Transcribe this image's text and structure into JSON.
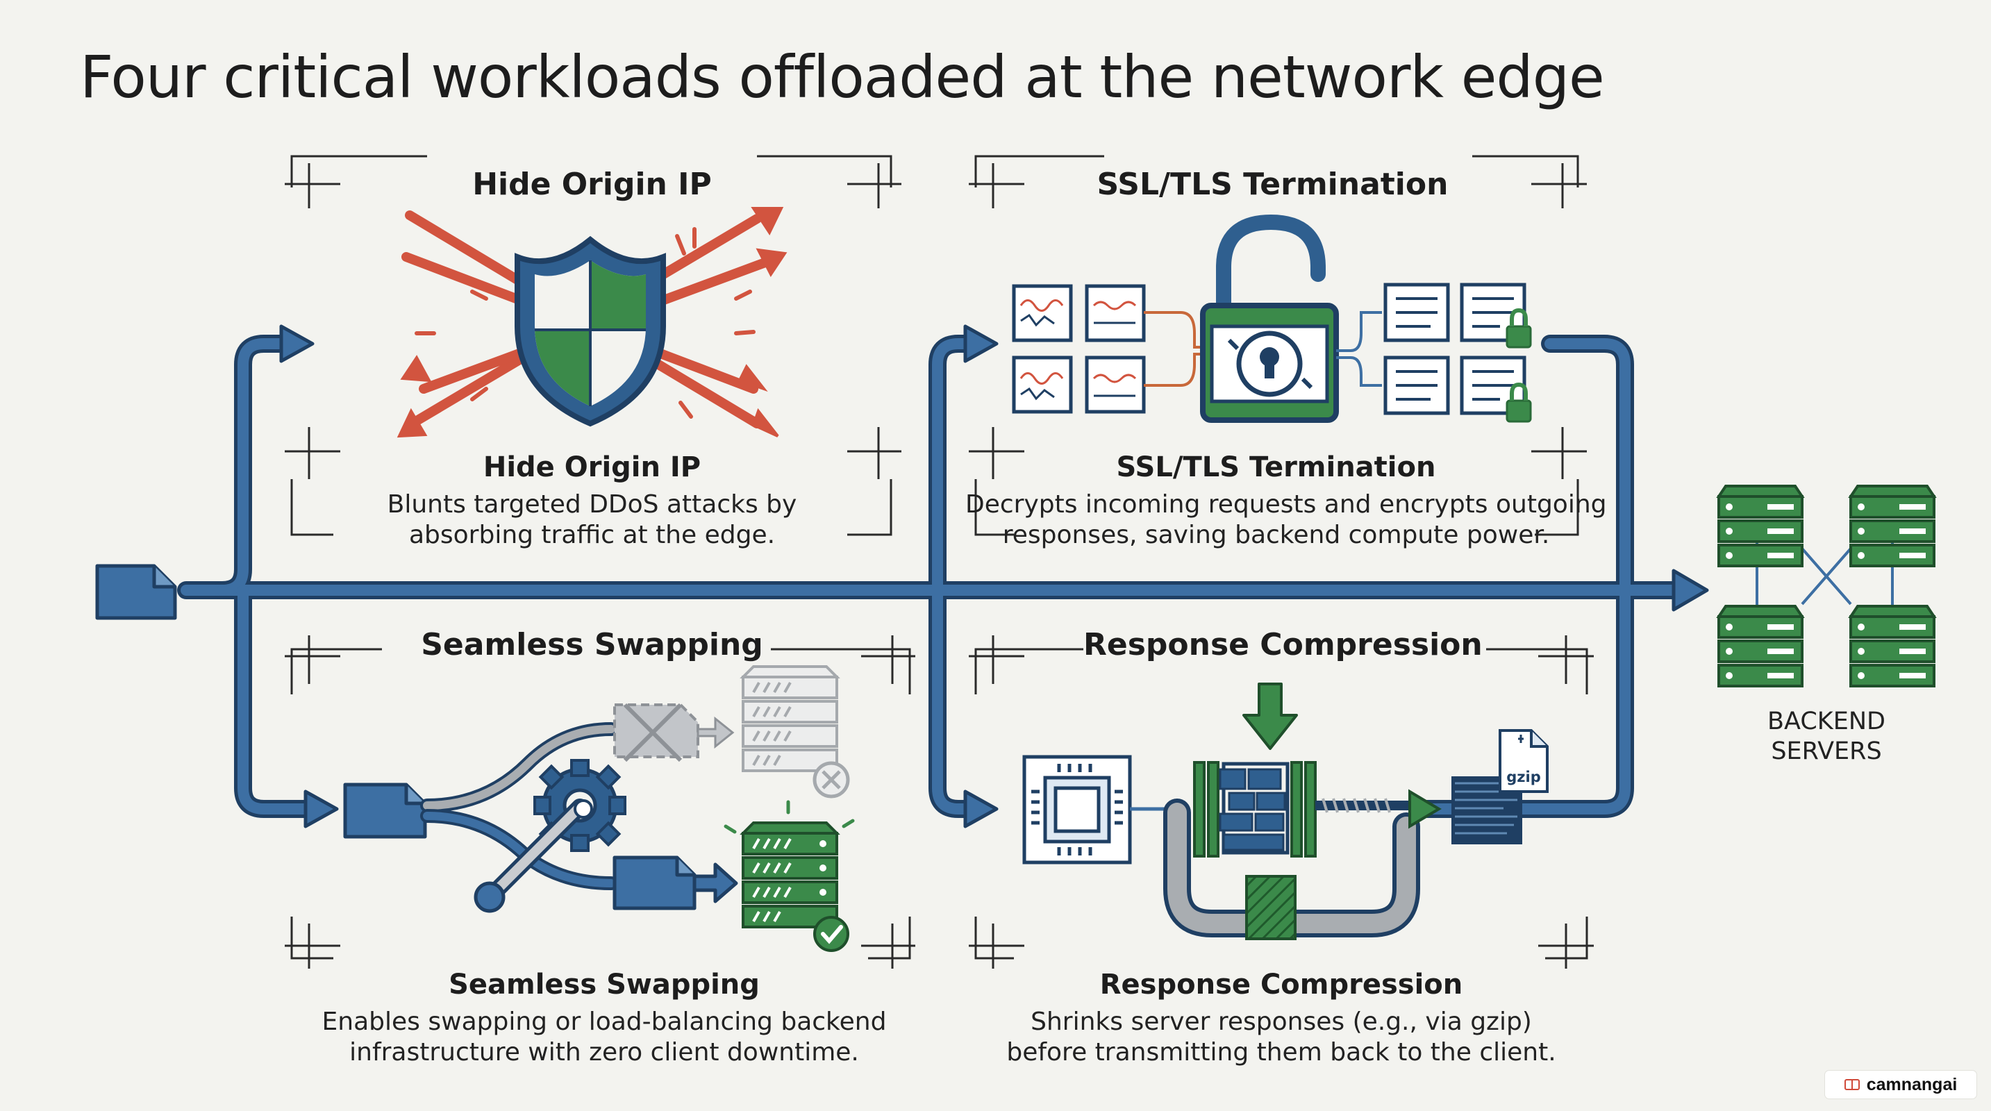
{
  "title": "Four critical workloads offloaded at the network edge",
  "panels": {
    "hide_origin": {
      "heading": "Hide Origin IP",
      "caption_title": "Hide Origin IP",
      "caption_line1": "Blunts targeted DDoS attacks by",
      "caption_line2": "absorbing traffic at the edge."
    },
    "ssl_tls": {
      "heading": "SSL/TLS Termination",
      "caption_title": "SSL/TLS Termination",
      "caption_line1": "Decrypts incoming requests and encrypts outgoing",
      "caption_line2": "responses, saving backend compute power."
    },
    "swapping": {
      "heading": "Seamless Swapping",
      "caption_title": "Seamless Swapping",
      "caption_line1": "Enables swapping or load-balancing backend",
      "caption_line2": "infrastructure with zero client downtime."
    },
    "compression": {
      "heading": "Response Compression",
      "caption_title": "Response Compression",
      "caption_line1": "Shrinks server responses (e.g., via gzip)",
      "caption_line2": "before transmitting them back to the client.",
      "file_tag": "gzip"
    }
  },
  "backend": {
    "line1": "BACKEND",
    "line2": "SERVERS"
  },
  "watermark": "camnangai",
  "colors": {
    "flow_blue": "#3d6fa3",
    "flow_dark": "#1f3f63",
    "shield_green": "#3b8a4a",
    "server_green": "#3a8a48",
    "attack_red": "#d2543f",
    "steel_gray": "#9aa0a6"
  }
}
